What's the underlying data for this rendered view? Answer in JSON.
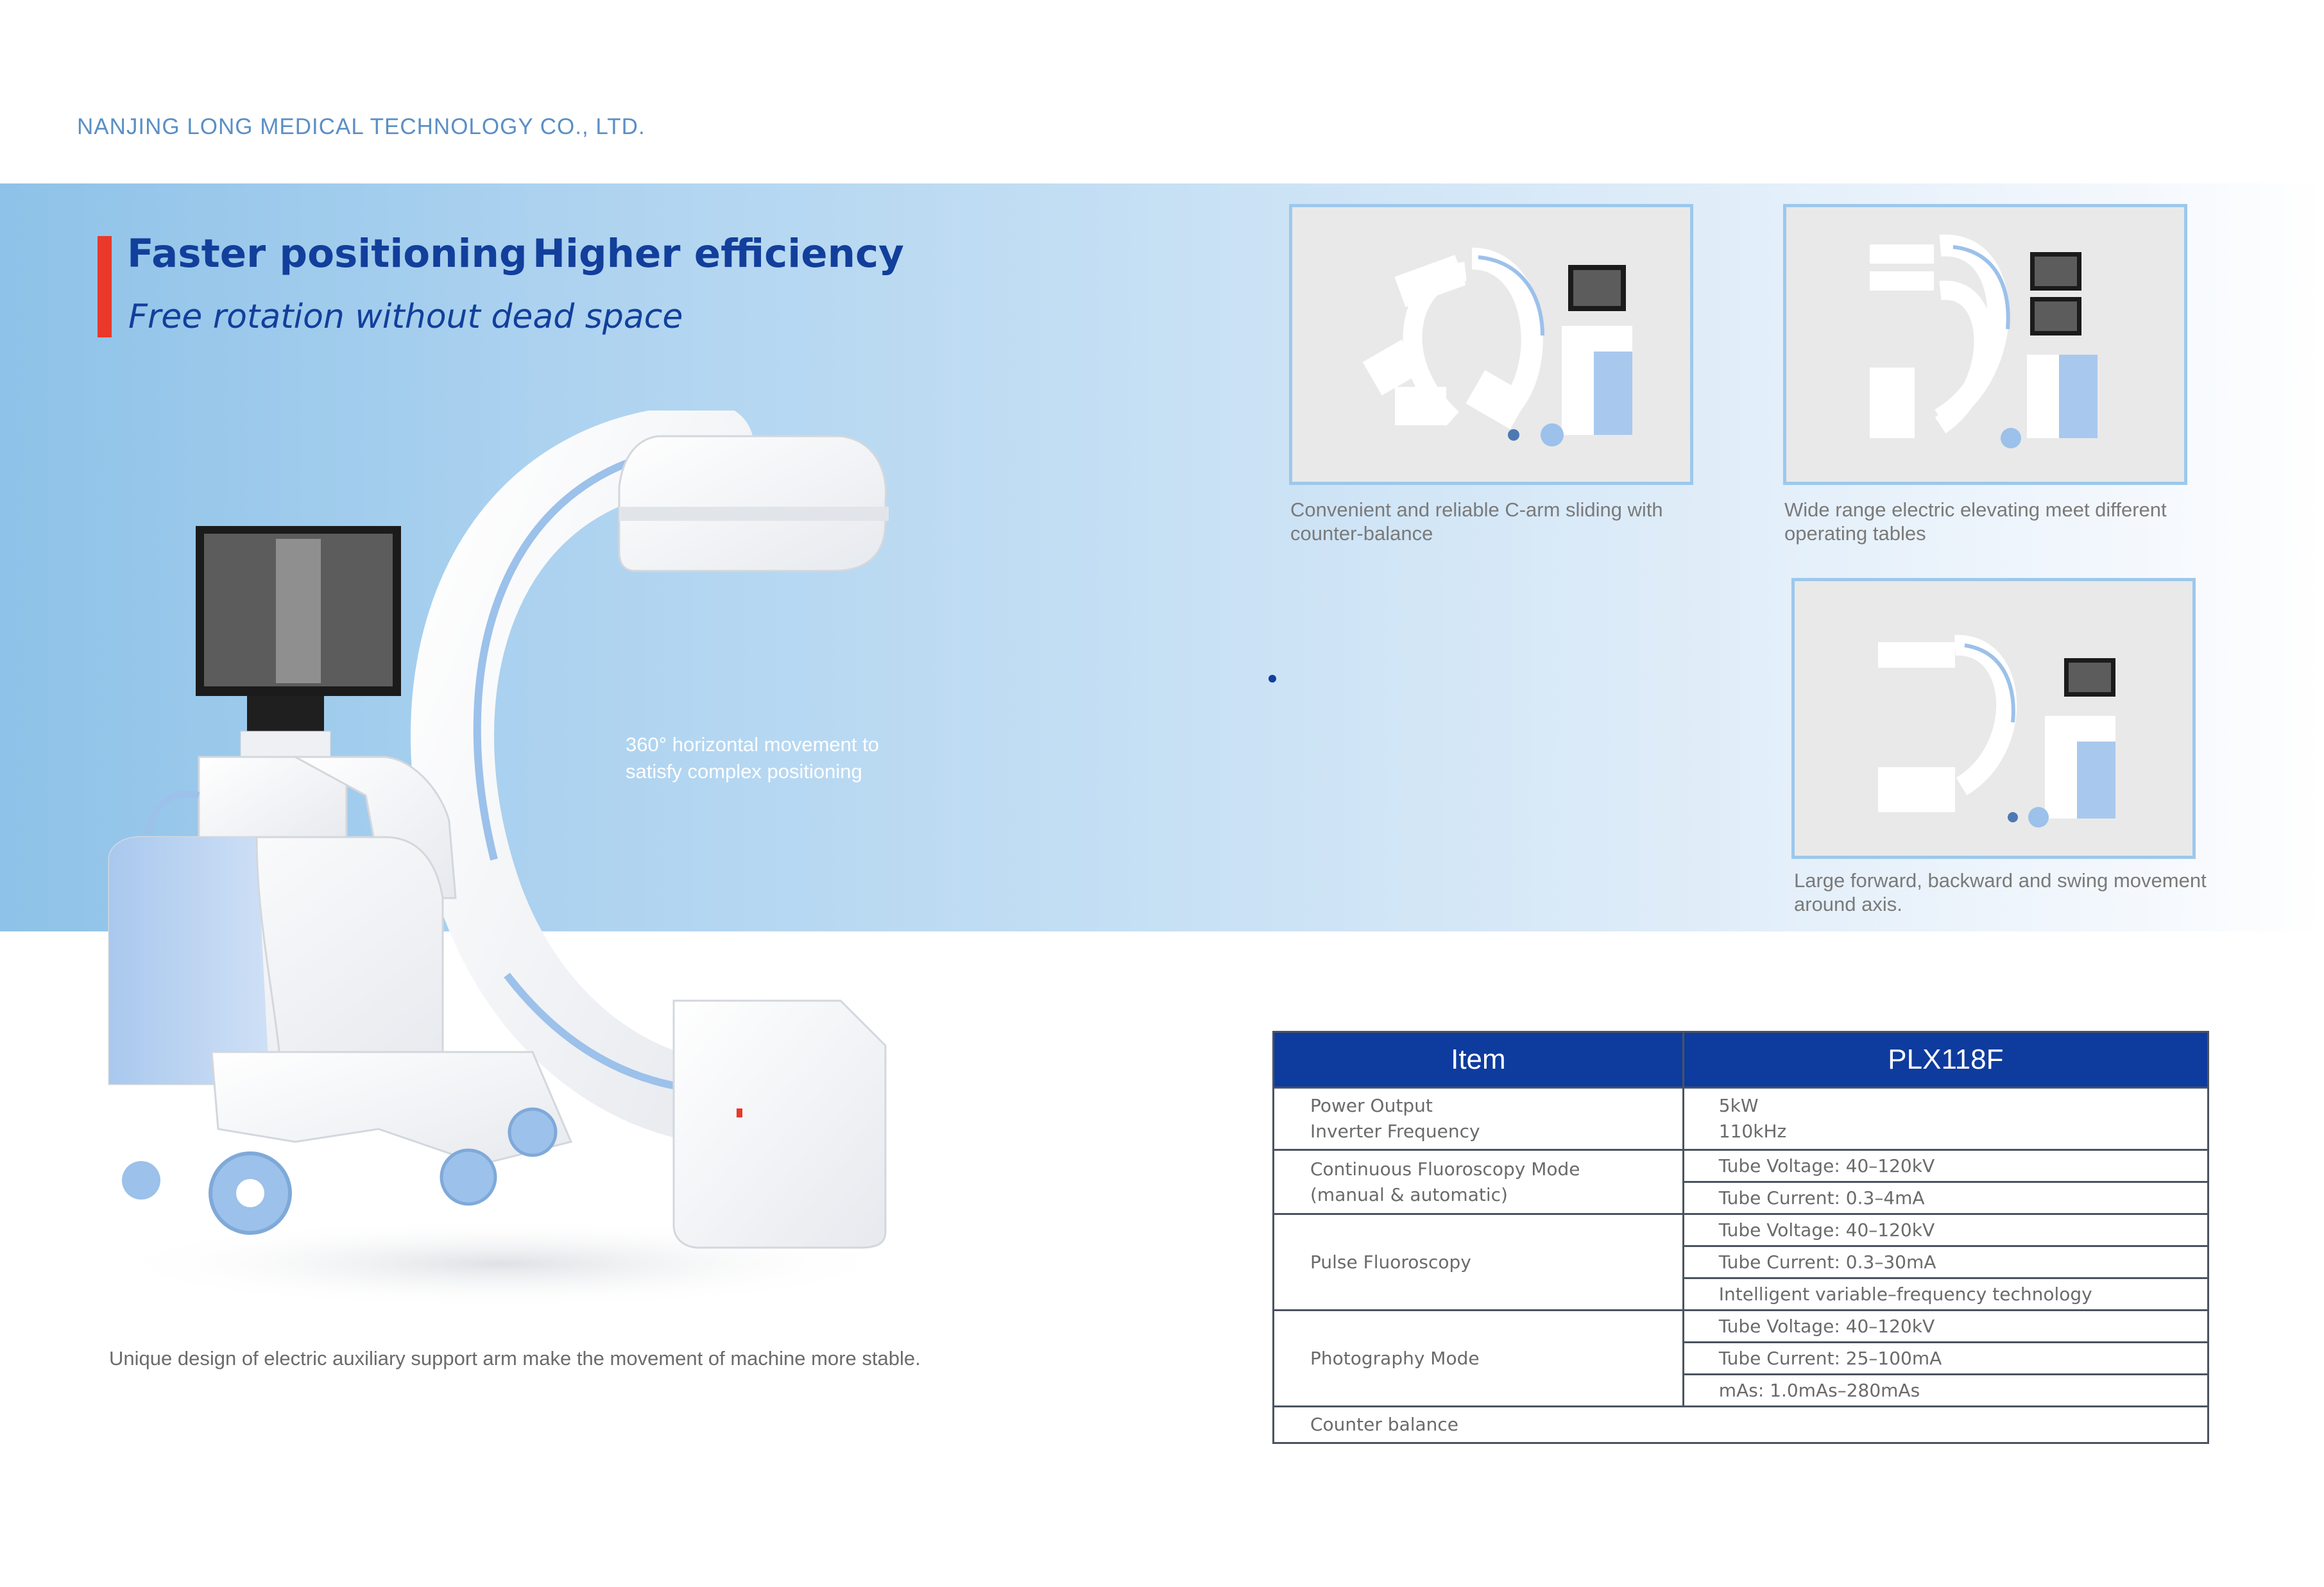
{
  "header": {
    "company": "NANJING LONG MEDICAL TECHNOLOGY CO., LTD."
  },
  "hero": {
    "headline_1": "Faster positioning",
    "headline_2": "Higher efficiency",
    "subtitle": "Free rotation without dead space",
    "label_360": "360° horizontal movement to satisfy complex positioning",
    "caption_bottom": "Unique design of electric auxiliary support arm make the movement of machine more stable."
  },
  "features": [
    {
      "caption": "Convenient and reliable C-arm sliding with counter-balance"
    },
    {
      "caption": "Wide range electric elevating meet different operating tables"
    },
    {
      "caption": "Large forward, backward and swing movement around axis."
    }
  ],
  "spec_table": {
    "headers": [
      "Item",
      "PLX118F"
    ],
    "rows": [
      {
        "item": "Power Output",
        "value": "5kW"
      },
      {
        "item": "Inverter Frequency",
        "value": "110kHz"
      },
      {
        "item": "Continuous Fluoroscopy Mode",
        "value": "Tube Voltage: 40–120kV"
      },
      {
        "item": "(manual & automatic)",
        "value": "Tube Current: 0.3–4mA"
      },
      {
        "item": "Pulse Fluoroscopy",
        "value": "Tube Voltage: 40–120kV"
      },
      {
        "value": "Tube Current: 0.3–30mA"
      },
      {
        "value": "Intelligent variable–frequency technology"
      },
      {
        "item": "Photography Mode",
        "value": "Tube Voltage: 40–120kV"
      },
      {
        "value": "Tube Current: 25–100mA"
      },
      {
        "value": "mAs: 1.0mAs–280mAs"
      },
      {
        "item": "Counter balance",
        "value": ""
      }
    ]
  },
  "colors": {
    "brand_blue": "#123f9b",
    "accent_red": "#e8392b",
    "band_blue": "#8ec2e8",
    "frame_blue": "#9cc8ec"
  }
}
